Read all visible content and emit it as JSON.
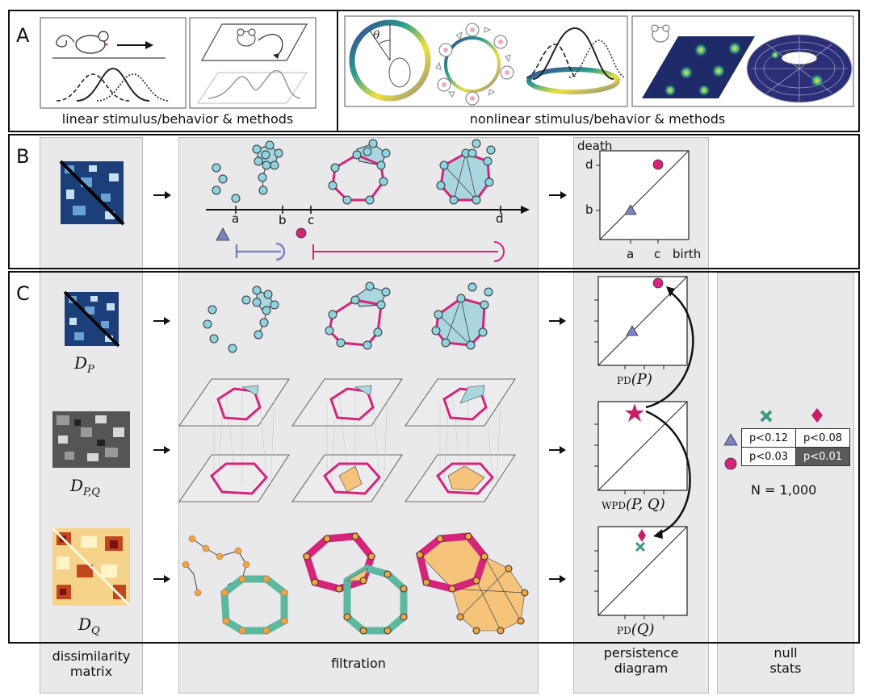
{
  "panels": {
    "A": {
      "letter": "A",
      "captions": {
        "linear": "linear stimulus/behavior & methods",
        "nonlinear": "nonlinear stimulus/behavior & methods"
      },
      "theta_symbol": "θ"
    },
    "B": {
      "letter": "B",
      "axis_ticks": [
        "a",
        "b",
        "c",
        "d"
      ],
      "pd_labels": {
        "y_title": "death",
        "x_title": "birth",
        "y_ticks": [
          "d",
          "b"
        ],
        "x_ticks": [
          "a",
          "c"
        ]
      }
    },
    "C": {
      "letter": "C",
      "matrix_labels": {
        "dp_base": "D",
        "dp_sub": "P",
        "dpq_base": "D",
        "dpq_sub": "P,Q",
        "dq_base": "D",
        "dq_sub": "Q"
      },
      "pd_captions": {
        "p_prefix": "PD",
        "p_arg": "(P)",
        "pq_prefix": "WPD",
        "pq_arg": "(P, Q)",
        "q_prefix": "PD",
        "q_arg": "(Q)"
      },
      "null_stats": {
        "table": [
          [
            "p<0.12",
            "p<0.08"
          ],
          [
            "p<0.03",
            "p<0.01"
          ]
        ],
        "n_label": "N = 1,000"
      }
    }
  },
  "column_labels": {
    "matrix": [
      "dissimilarity",
      "matrix"
    ],
    "filtration": "filtration",
    "persistence": [
      "persistence",
      "diagram"
    ],
    "null": [
      "null",
      "stats"
    ]
  },
  "colors": {
    "magenta": "#d6247a",
    "node_blue": "#8fd3e0",
    "node_orange": "#f0a540",
    "teal": "#5db8a0",
    "purple_tri": "#7a84c4",
    "panel_bg": "#e9e8ea"
  }
}
